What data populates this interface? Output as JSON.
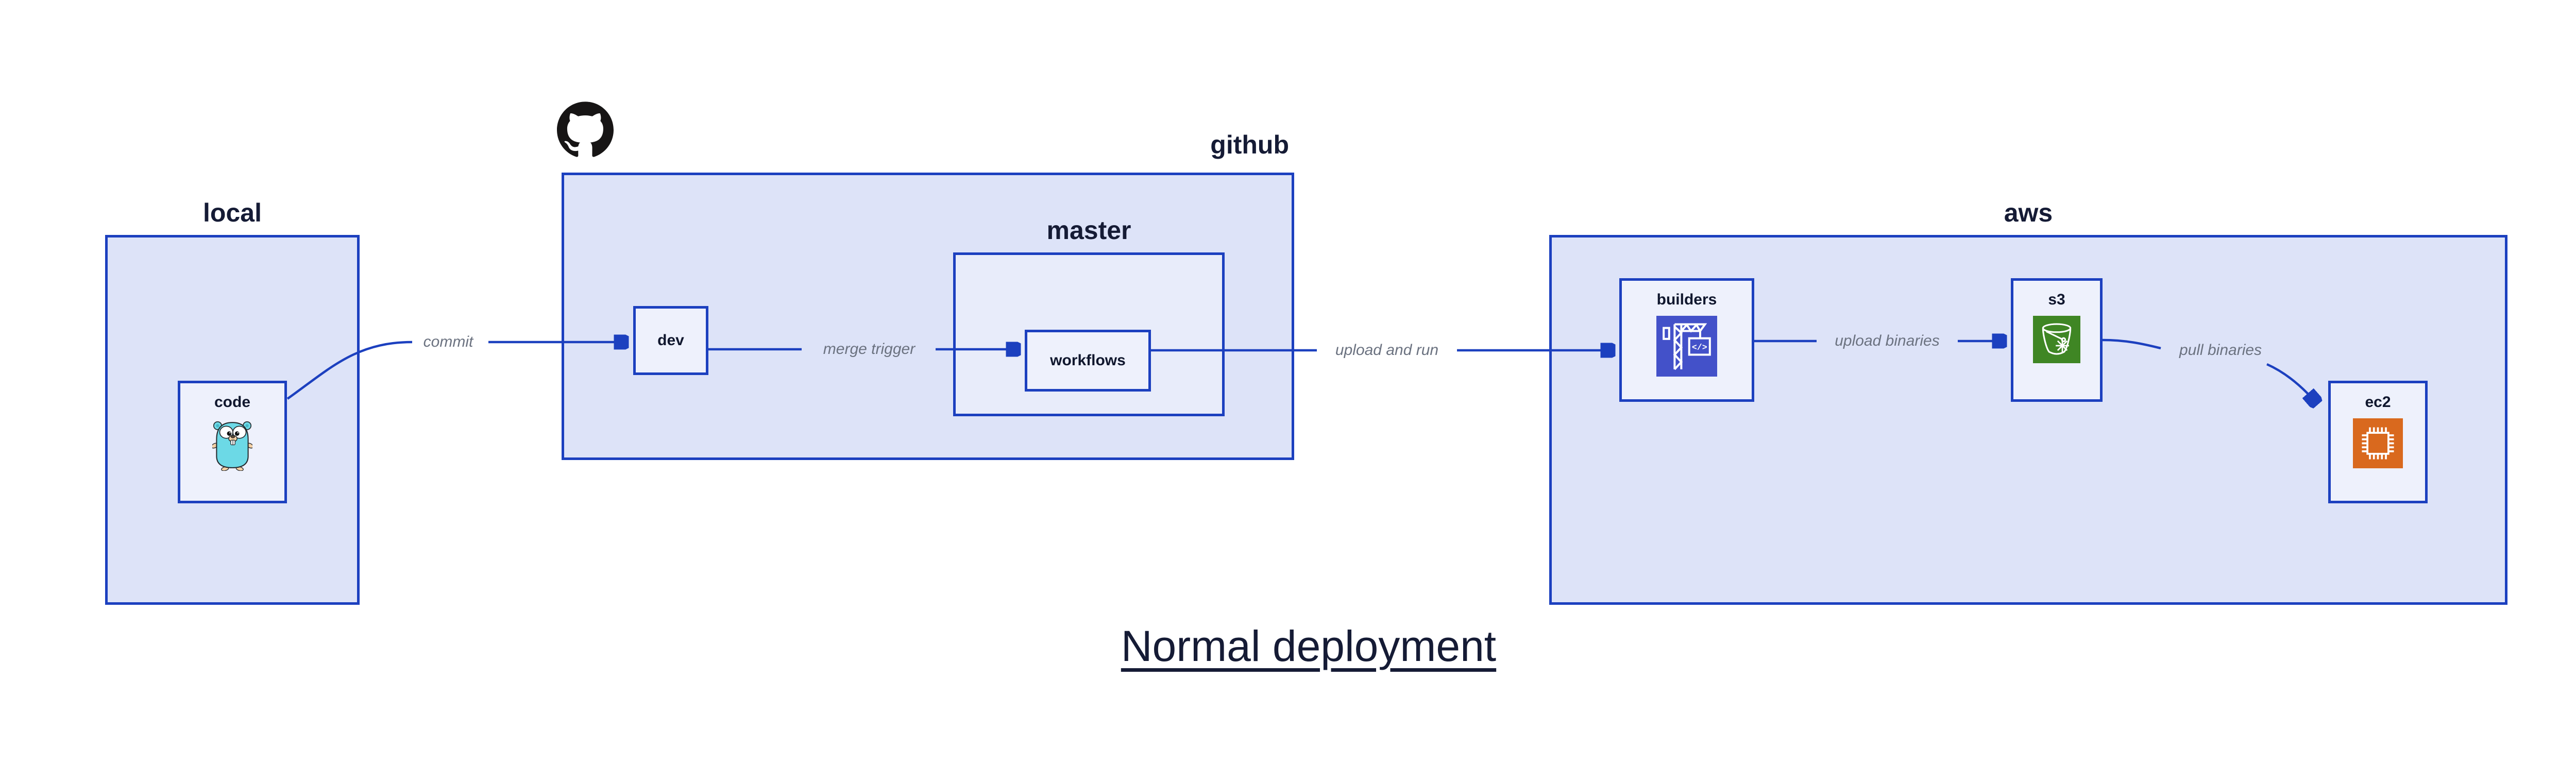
{
  "title": "Normal deployment",
  "groups": {
    "local": {
      "label": "local"
    },
    "github": {
      "label": "github"
    },
    "master": {
      "label": "master"
    },
    "aws": {
      "label": "aws"
    }
  },
  "nodes": {
    "code": {
      "label": "code",
      "icon": "go-gopher-icon"
    },
    "dev": {
      "label": "dev"
    },
    "workflows": {
      "label": "workflows"
    },
    "builders": {
      "label": "builders",
      "icon": "codebuild-crane-icon",
      "icon_text": "</>"
    },
    "s3": {
      "label": "s3",
      "icon": "s3-glacier-bucket-icon"
    },
    "ec2": {
      "label": "ec2",
      "icon": "ec2-chip-icon"
    }
  },
  "edges": [
    {
      "from": "code",
      "to": "dev",
      "label": "commit"
    },
    {
      "from": "dev",
      "to": "workflows",
      "label": "merge trigger"
    },
    {
      "from": "workflows",
      "to": "builders",
      "label": "upload and run"
    },
    {
      "from": "builders",
      "to": "s3",
      "label": "upload binaries"
    },
    {
      "from": "s3",
      "to": "ec2",
      "label": "pull binaries"
    }
  ],
  "icons": [
    "github-octocat-icon",
    "go-gopher-icon",
    "codebuild-crane-icon",
    "s3-glacier-bucket-icon",
    "ec2-chip-icon"
  ],
  "colors": {
    "background": "#ffffff",
    "box_border_blue": "#1c40bf",
    "arrow_blue": "#1c40bf",
    "group_fill": "#dde3f8",
    "inner_group_fill": "#e8ecfa",
    "node_fill": "#eef1fc",
    "label_navy": "#151b35",
    "edge_label_gray": "#6b7280",
    "octocat_black": "#171515",
    "gopher_teal": "#6cd9e6",
    "gopher_paw_tan": "#f4d0a4",
    "codebuild_indigo": "#4351c9",
    "s3_glacier_green": "#3f8624",
    "ec2_orange": "#d9691e"
  }
}
